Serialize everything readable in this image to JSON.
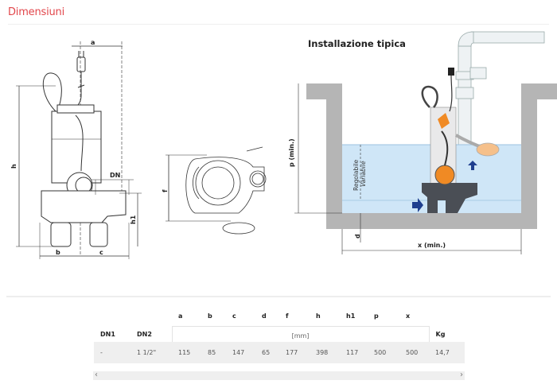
{
  "section": {
    "title": "Dimensiuni"
  },
  "drawings": {
    "side_view": {
      "labels": {
        "a": "a",
        "h": "h",
        "dn": "DN",
        "h1": "h1",
        "b": "b",
        "c": "c"
      }
    },
    "top_view": {
      "labels": {
        "f": "f"
      }
    },
    "installation": {
      "title": "Installazione tipica",
      "labels": {
        "p": "p  (min.)",
        "regolabile": "Regolabile",
        "variabile": "Variabile",
        "d": "d",
        "x": "x (min.)"
      },
      "colors": {
        "water": "#cfe6f7",
        "concrete": "#b5b5b5",
        "float_orange": "#f08a24",
        "arrow_blue": "#1f3f8f"
      }
    }
  },
  "table": {
    "header_letters": [
      "a",
      "b",
      "c",
      "d",
      "f",
      "h",
      "h1",
      "p",
      "x"
    ],
    "header_left": [
      "DN1",
      "DN2"
    ],
    "unit": "[mm]",
    "header_right": "Kg",
    "rows": [
      {
        "dn1": "-",
        "dn2": "1 1/2\"",
        "a": "115",
        "b": "85",
        "c": "147",
        "d": "65",
        "f": "177",
        "h": "398",
        "h1": "117",
        "p": "500",
        "x": "500",
        "kg": "14,7"
      }
    ]
  },
  "scrollbar": {
    "left_icon": "chevron-left-icon",
    "right_icon": "chevron-right-icon",
    "left_glyph": "‹",
    "right_glyph": "›"
  }
}
